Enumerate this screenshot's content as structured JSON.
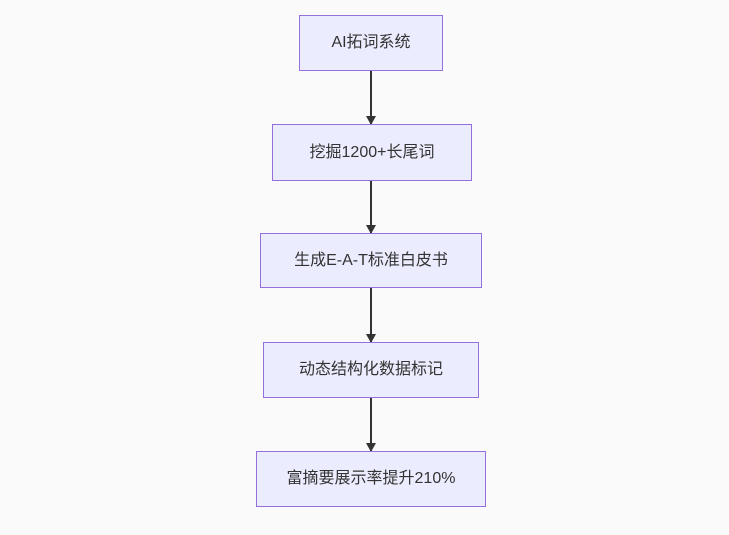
{
  "page": {
    "background": "#fafafa"
  },
  "diagram": {
    "type": "flowchart",
    "direction": "top-down",
    "node_fill": "#ECECFF",
    "node_border": "#9370DB",
    "arrow_color": "#333333",
    "text_color": "#333333",
    "nodes": [
      {
        "id": "n1",
        "label": "AI拓词系统"
      },
      {
        "id": "n2",
        "label": "挖掘1200+长尾词"
      },
      {
        "id": "n3",
        "label": "生成E-A-T标准白皮书"
      },
      {
        "id": "n4",
        "label": "动态结构化数据标记"
      },
      {
        "id": "n5",
        "label": "富摘要展示率提升210%"
      }
    ],
    "edges": [
      {
        "from": "n1",
        "to": "n2"
      },
      {
        "from": "n2",
        "to": "n3"
      },
      {
        "from": "n3",
        "to": "n4"
      },
      {
        "from": "n4",
        "to": "n5"
      }
    ]
  }
}
